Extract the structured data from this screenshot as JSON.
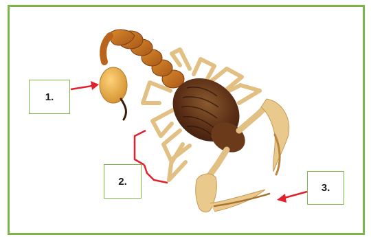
{
  "labels": [
    {
      "id": "1",
      "text": "1."
    },
    {
      "id": "2",
      "text": "2."
    },
    {
      "id": "3",
      "text": "3."
    }
  ],
  "colors": {
    "frame_border": "#7db54a",
    "label_border": "#7db54a",
    "arrow": "#e0202a",
    "body_dark": "#5a2e16",
    "tail_orange": "#c8781e",
    "legs_tan": "#e9c98c"
  },
  "icons": {
    "subject": "scorpion-illustration"
  }
}
